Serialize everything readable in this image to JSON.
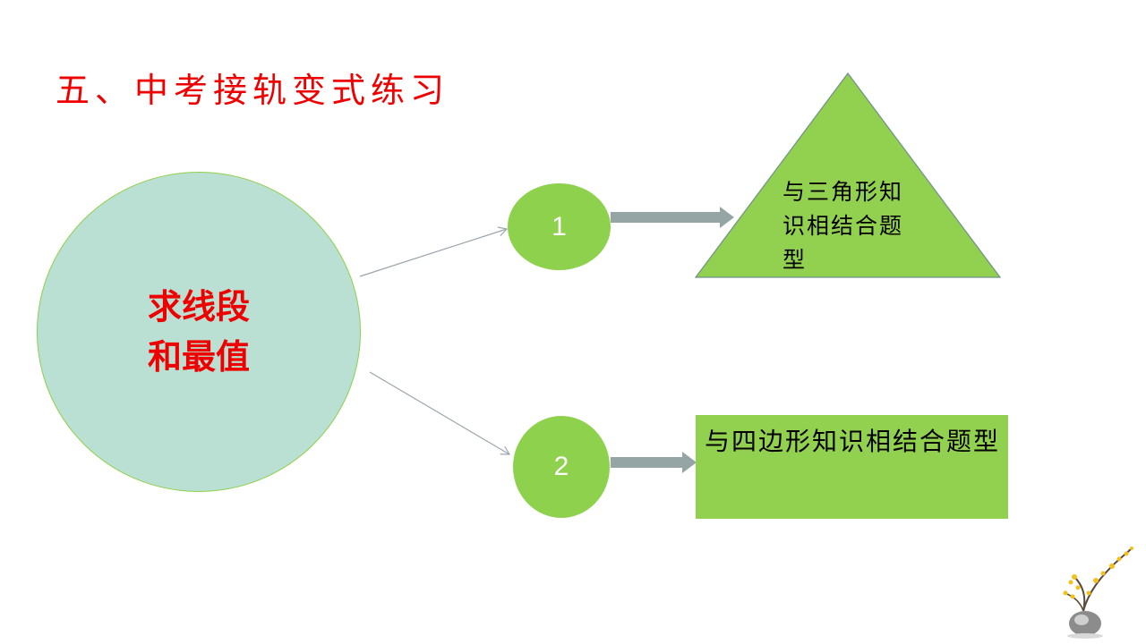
{
  "slide": {
    "title": "五、中考接轨变式练习"
  },
  "center": {
    "label": "求线段\n和最值"
  },
  "branches": [
    {
      "number": "1",
      "label": "与三角形知识相结合题型"
    },
    {
      "number": "2",
      "label": "与四边形知识相结合题型"
    }
  ],
  "colors": {
    "title": "#ee0000",
    "center_fill": "#b9e0d2",
    "node_fill": "#8dd14c",
    "shape_fill": "#92d050",
    "arrow_gray": "#95a5a6"
  },
  "icons": {
    "decoration": "plum-blossom-vase-icon"
  }
}
